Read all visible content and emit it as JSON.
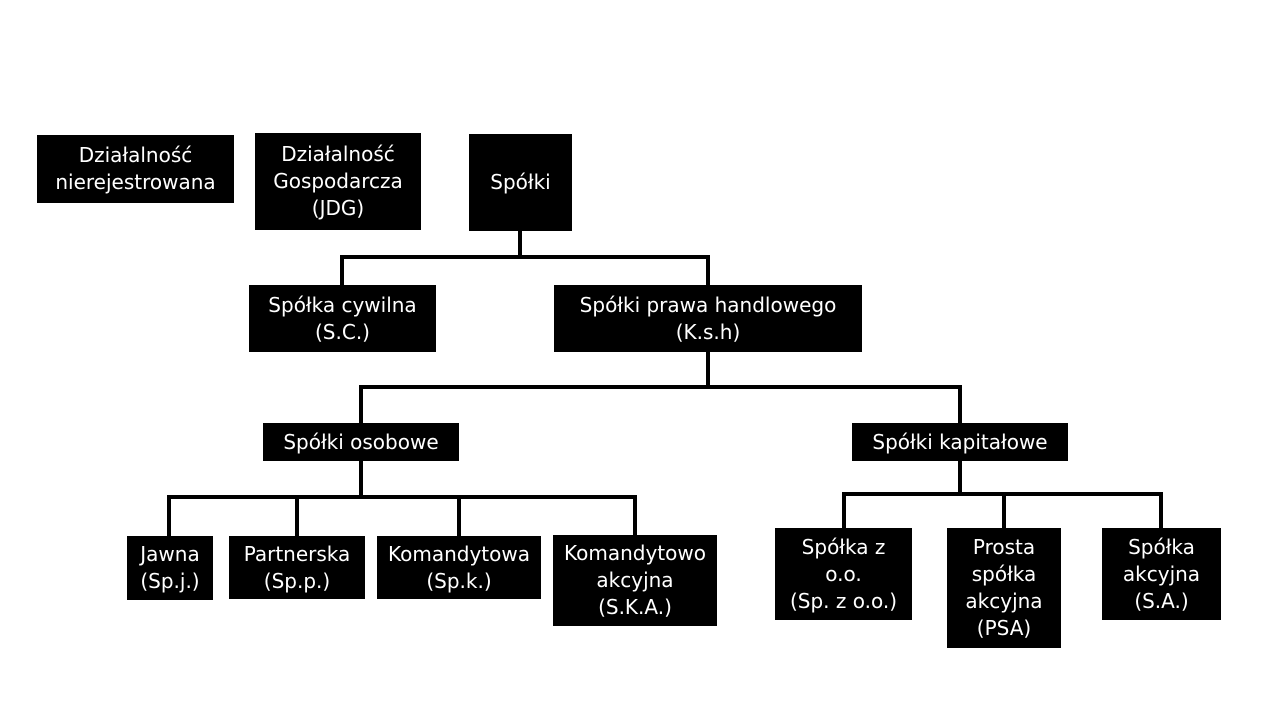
{
  "diagram": {
    "nodes": {
      "dzialalnosc_nierejestrowana": {
        "lines": [
          "Działalność",
          "nierejestrowana"
        ]
      },
      "jdg": {
        "lines": [
          "Działalność",
          "Gospodarcza",
          "(JDG)"
        ]
      },
      "spolki": {
        "lines": [
          "Spółki"
        ]
      },
      "spolka_cywilna": {
        "lines": [
          "Spółka cywilna",
          "(S.C.)"
        ]
      },
      "spolki_prawa_handlowego": {
        "lines": [
          "Spółki prawa handlowego",
          "(K.s.h)"
        ]
      },
      "spolki_osobowe": {
        "lines": [
          "Spółki osobowe"
        ]
      },
      "spolki_kapitalowe": {
        "lines": [
          "Spółki kapitałowe"
        ]
      },
      "jawna": {
        "lines": [
          "Jawna",
          "(Sp.j.)"
        ]
      },
      "partnerska": {
        "lines": [
          "Partnerska",
          "(Sp.p.)"
        ]
      },
      "komandytowa": {
        "lines": [
          "Komandytowa",
          "(Sp.k.)"
        ]
      },
      "komandytowo_akcyjna": {
        "lines": [
          "Komandytowo",
          "akcyjna",
          "(S.K.A.)"
        ]
      },
      "spolka_zoo": {
        "lines": [
          "Spółka z",
          "o.o.",
          "(Sp. z o.o.)"
        ]
      },
      "psa": {
        "lines": [
          "Prosta",
          "spółka",
          "akcyjna",
          "(PSA)"
        ]
      },
      "spolka_akcyjna": {
        "lines": [
          "Spółka",
          "akcyjna",
          "(S.A.)"
        ]
      }
    },
    "edges": [
      [
        "spolki",
        "spolka_cywilna"
      ],
      [
        "spolki",
        "spolki_prawa_handlowego"
      ],
      [
        "spolki_prawa_handlowego",
        "spolki_osobowe"
      ],
      [
        "spolki_prawa_handlowego",
        "spolki_kapitalowe"
      ],
      [
        "spolki_osobowe",
        "jawna"
      ],
      [
        "spolki_osobowe",
        "partnerska"
      ],
      [
        "spolki_osobowe",
        "komandytowa"
      ],
      [
        "spolki_osobowe",
        "komandytowo_akcyjna"
      ],
      [
        "spolki_kapitalowe",
        "spolka_zoo"
      ],
      [
        "spolki_kapitalowe",
        "psa"
      ],
      [
        "spolki_kapitalowe",
        "spolka_akcyjna"
      ]
    ]
  }
}
